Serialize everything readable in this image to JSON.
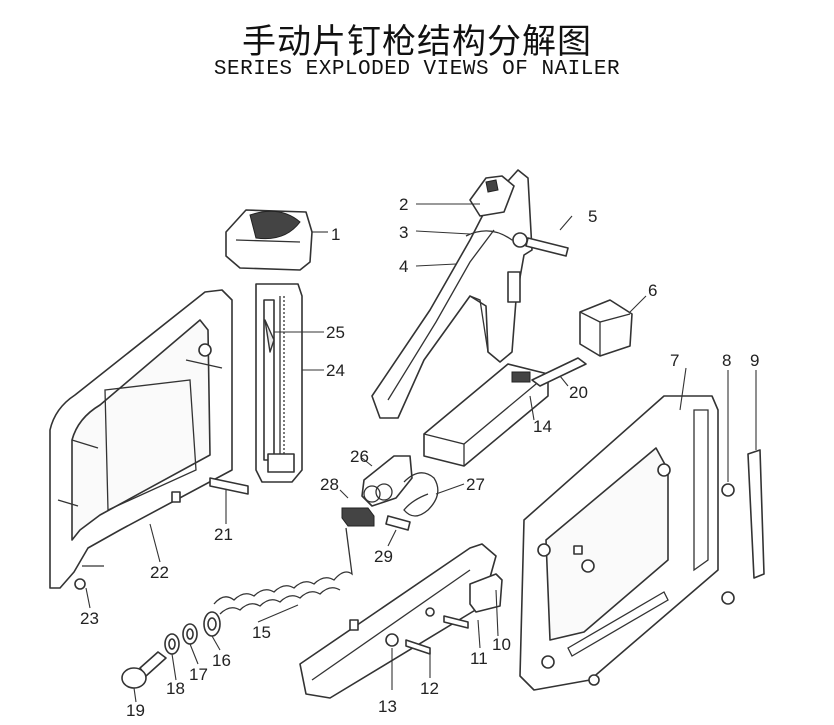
{
  "title_cn": "手动片钉枪结构分解图",
  "title_en": "SERIES EXPLODED VIEWS OF NAILER",
  "labels": {
    "l1": "1",
    "l2": "2",
    "l3": "3",
    "l4": "4",
    "l5": "5",
    "l6": "6",
    "l7": "7",
    "l8": "8",
    "l9": "9",
    "l10": "10",
    "l11": "11",
    "l12": "12",
    "l13": "13",
    "l14": "14",
    "l15": "15",
    "l16": "16",
    "l17": "17",
    "l18": "18",
    "l19": "19",
    "l20": "20",
    "l21": "21",
    "l22": "22",
    "l23": "23",
    "l24": "24",
    "l25": "25",
    "l26": "26",
    "l27": "27",
    "l28": "28",
    "l29": "29"
  }
}
